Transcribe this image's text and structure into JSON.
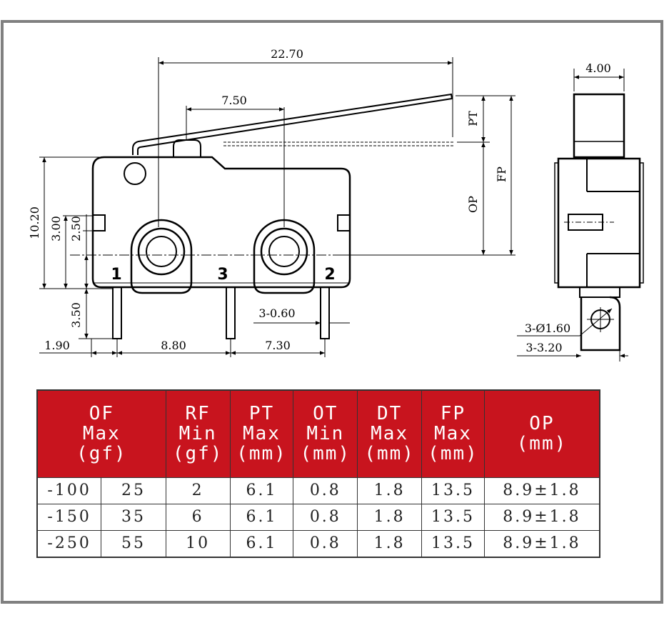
{
  "drawing": {
    "dims": {
      "overall_length": "22.70",
      "lever_pos": "7.50",
      "side_width": "4.00",
      "height": "10.20",
      "dim_300": "3.00",
      "dim_250": "2.50",
      "dim_350": "3.50",
      "dim_190": "1.90",
      "dim_880": "8.80",
      "dim_730": "7.30",
      "terminal_width": "3-0.60",
      "hole_dia": "3-Ø1.60",
      "terminal_tab": "3-3.20"
    },
    "labels": {
      "pt": "PT",
      "fp": "FP",
      "op": "OP"
    },
    "pins": {
      "pin1": "1",
      "pin3": "3",
      "pin2": "2"
    }
  },
  "table": {
    "headers": [
      {
        "lines": [
          "OF",
          "Max",
          "(gf)"
        ]
      },
      {
        "lines": [
          "RF",
          "Min",
          "(gf)"
        ]
      },
      {
        "lines": [
          "PT",
          "Max",
          "(mm)"
        ]
      },
      {
        "lines": [
          "OT",
          "Min",
          "(mm)"
        ]
      },
      {
        "lines": [
          "DT",
          "Max",
          "(mm)"
        ]
      },
      {
        "lines": [
          "FP",
          "Max",
          "(mm)"
        ]
      },
      {
        "lines": [
          "OP",
          "(mm)"
        ]
      }
    ],
    "rows": [
      [
        "-100",
        "25",
        "2",
        "6.1",
        "0.8",
        "1.8",
        "13.5",
        "8.9±1.8"
      ],
      [
        "-150",
        "35",
        "6",
        "6.1",
        "0.8",
        "1.8",
        "13.5",
        "8.9±1.8"
      ],
      [
        "-250",
        "55",
        "10",
        "6.1",
        "0.8",
        "1.8",
        "13.5",
        "8.9±1.8"
      ]
    ]
  },
  "colors": {
    "header_bg": "#c8141e",
    "border": "#808080"
  }
}
